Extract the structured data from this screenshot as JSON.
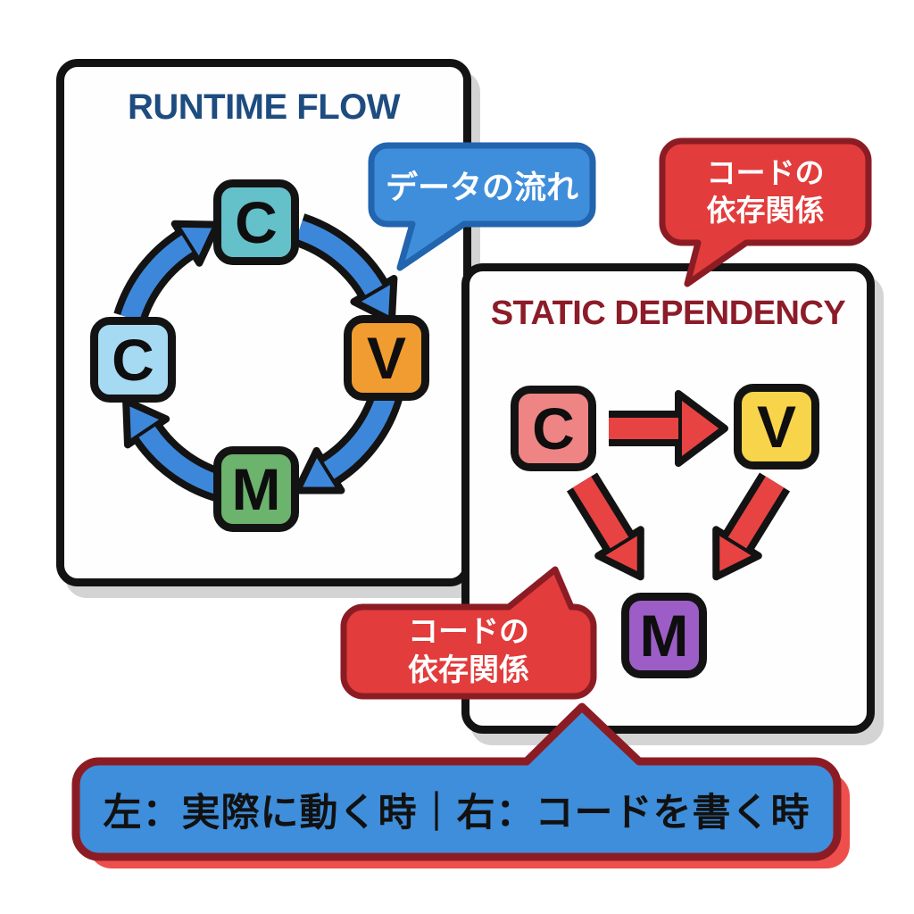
{
  "canvas": {
    "background": "#ffffff"
  },
  "left_panel": {
    "title": "RUNTIME FLOW",
    "title_color": "#1e4c80",
    "panel_border": "#131313",
    "arrow_color": "#3d87da",
    "bubble": {
      "text": "データの流れ",
      "fill": "#3f8edb",
      "border": "#2264ae",
      "text_color": "#ffffff"
    },
    "nodes": [
      {
        "label": "C",
        "color": "#64c0c9",
        "position": "top"
      },
      {
        "label": "V",
        "color": "#f19c31",
        "position": "right"
      },
      {
        "label": "M",
        "color": "#6cb36e",
        "position": "bottom"
      },
      {
        "label": "C",
        "color": "#a6d9f2",
        "position": "left"
      }
    ],
    "cycle": [
      "C",
      "V",
      "M",
      "C"
    ]
  },
  "right_panel": {
    "title": "STATIC DEPENDENCY",
    "title_color": "#8c1c28",
    "panel_border": "#131313",
    "arrow_color": "#e84343",
    "bubble_top": {
      "line1": "コードの",
      "line2": "依存関係",
      "fill": "#e23c3c",
      "border": "#8c1c24",
      "text_color": "#ffffff"
    },
    "bubble_bottom": {
      "line1": "コードの",
      "line2": "依存関係",
      "fill": "#e23c3c",
      "border": "#8c1c24",
      "text_color": "#ffffff"
    },
    "nodes": [
      {
        "label": "C",
        "color": "#ef8484",
        "position": "top-left"
      },
      {
        "label": "V",
        "color": "#f8d44b",
        "position": "top-right"
      },
      {
        "label": "M",
        "color": "#9d5dc6",
        "position": "bottom"
      }
    ],
    "dependencies": [
      "C→V",
      "C→M",
      "V→M"
    ]
  },
  "banner": {
    "text": "左：実際に動く時｜右：コードを書く時",
    "fill": "#3f8edb",
    "border": "#8c1c24",
    "shadow": "#ee4f4d",
    "text_color": "#111111"
  }
}
